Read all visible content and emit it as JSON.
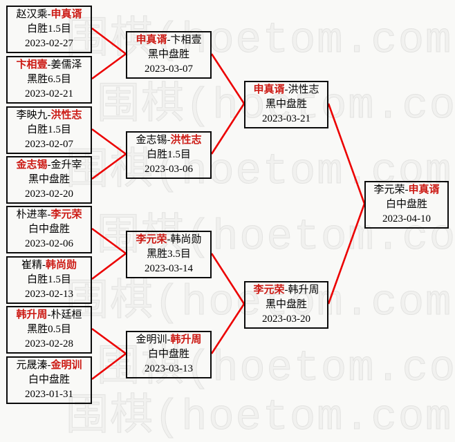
{
  "watermark": {
    "text": "围棋(hoetom.com)"
  },
  "colors": {
    "line": "#ec0000",
    "winner_name": "#cc1a14",
    "border": "#0a0a0a",
    "background": "#f9f9f7",
    "watermark": "#e3e3e1"
  },
  "bracket": {
    "rounds": [
      {
        "name": "round-of-16"
      },
      {
        "name": "quarterfinal"
      },
      {
        "name": "semifinal"
      },
      {
        "name": "final"
      }
    ]
  },
  "matches": [
    {
      "round": 1,
      "p1": "赵汉乘",
      "p2": "申真谞",
      "sep": "-",
      "winner": "p2",
      "result": "白胜1.5目",
      "date": "2023-02-27"
    },
    {
      "round": 1,
      "p1": "卞相壹",
      "p2": "姜儒泽",
      "sep": "-",
      "winner": "p1",
      "result": "黑胜6.5目",
      "date": "2023-02-21"
    },
    {
      "round": 1,
      "p1": "李映九",
      "p2": "洪性志",
      "sep": "-",
      "winner": "p2",
      "result": "白胜1.5目",
      "date": "2023-02-07"
    },
    {
      "round": 1,
      "p1": "金志锡",
      "p2": "金升宰",
      "sep": "-",
      "winner": "p1",
      "result": "黑中盘胜",
      "date": "2023-02-20"
    },
    {
      "round": 1,
      "p1": "朴进率",
      "p2": "李元荣",
      "sep": "-",
      "winner": "p2",
      "result": "白中盘胜",
      "date": "2023-02-06"
    },
    {
      "round": 1,
      "p1": "崔精",
      "p2": "韩尚勋",
      "sep": "-",
      "winner": "p2",
      "result": "白胜1.5目",
      "date": "2023-02-13"
    },
    {
      "round": 1,
      "p1": "韩升周",
      "p2": "朴廷桓",
      "sep": "-",
      "winner": "p1",
      "result": "黑胜0.5目",
      "date": "2023-02-28"
    },
    {
      "round": 1,
      "p1": "元晟溱",
      "p2": "金明训",
      "sep": "-",
      "winner": "p2",
      "result": "白中盘胜",
      "date": "2023-01-31"
    },
    {
      "round": 2,
      "p1": "申真谞",
      "p2": "卞相壹",
      "sep": "-",
      "winner": "p1",
      "result": "黑中盘胜",
      "date": "2023-03-07"
    },
    {
      "round": 2,
      "p1": "金志锡",
      "p2": "洪性志",
      "sep": "-",
      "winner": "p2",
      "result": "白胜1.5目",
      "date": "2023-03-06"
    },
    {
      "round": 2,
      "p1": "李元荣",
      "p2": "韩尚勋",
      "sep": "-",
      "winner": "p1",
      "result": "黑胜3.5目",
      "date": "2023-03-14"
    },
    {
      "round": 2,
      "p1": "金明训",
      "p2": "韩升周",
      "sep": "-",
      "winner": "p2",
      "result": "白中盘胜",
      "date": "2023-03-13"
    },
    {
      "round": 3,
      "p1": "申真谞",
      "p2": "洪性志",
      "sep": "-",
      "winner": "p1",
      "result": "黑中盘胜",
      "date": "2023-03-21"
    },
    {
      "round": 3,
      "p1": "李元荣",
      "p2": "韩升周",
      "sep": "-",
      "winner": "p1",
      "result": "黑中盘胜",
      "date": "2023-03-20"
    },
    {
      "round": 4,
      "p1": "李元荣",
      "p2": "申真谞",
      "sep": "-",
      "winner": "p2",
      "result": "白中盘胜",
      "date": "2023-04-10"
    }
  ]
}
